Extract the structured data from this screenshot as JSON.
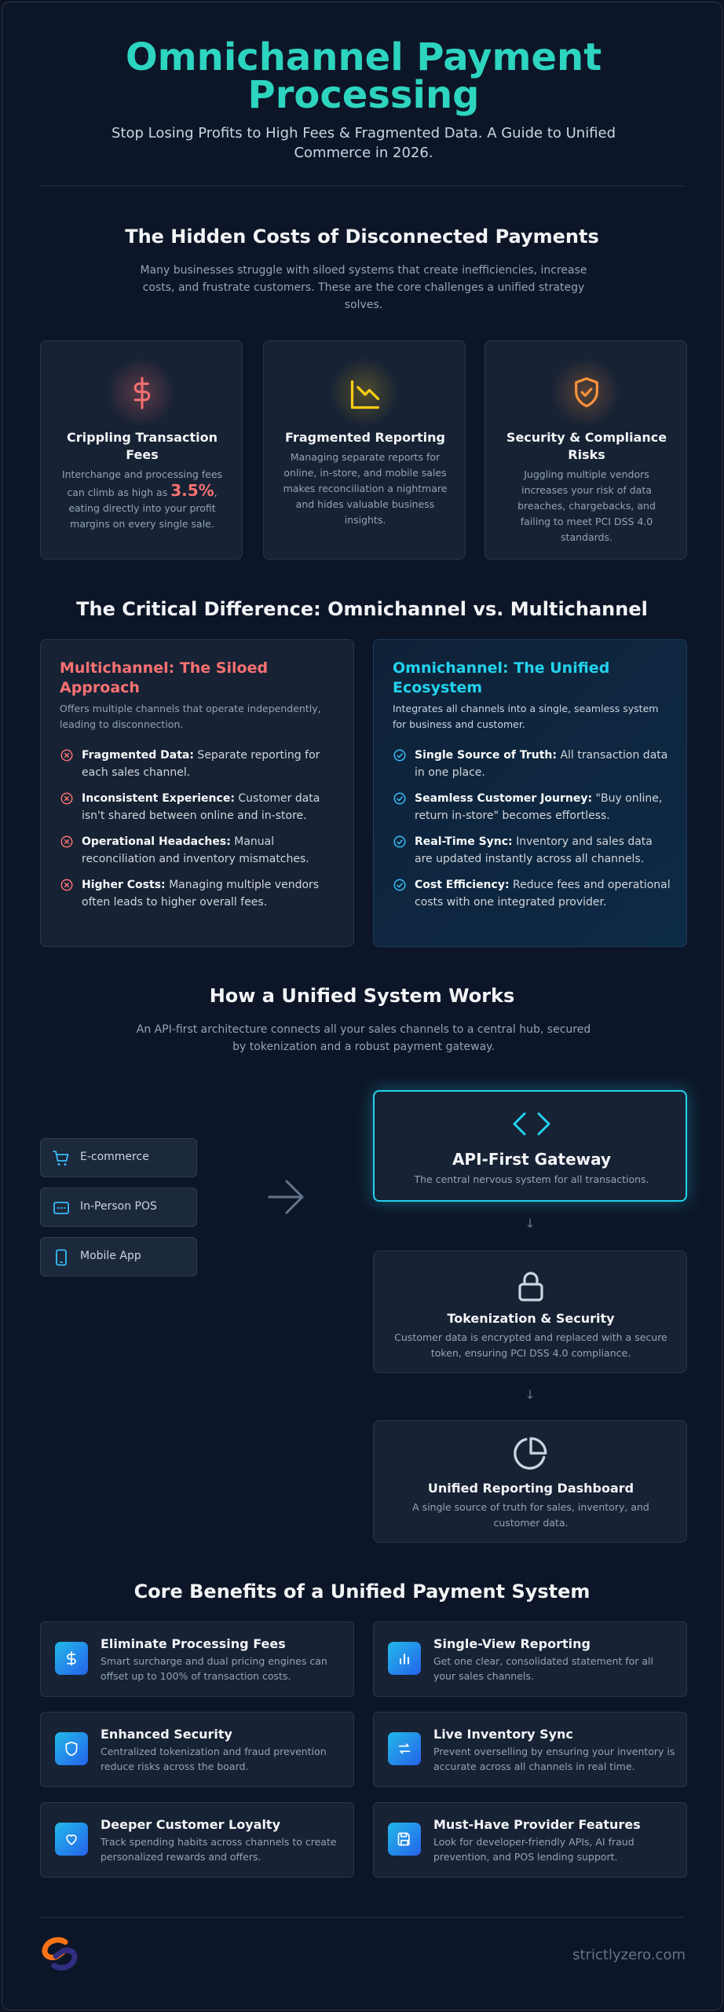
{
  "header": {
    "title": "Omnichannel Payment Processing",
    "subtitle": "Stop Losing Profits to High Fees & Fragmented Data. A Guide to Unified Commerce in 2026."
  },
  "hidden_costs": {
    "heading": "The Hidden Costs of Disconnected Payments",
    "intro": "Many businesses struggle with siloed systems that create inefficiencies, increase costs, and frustrate customers. These are the core challenges a unified strategy solves.",
    "cards": [
      {
        "icon": "dollar-icon",
        "title": "Crippling Transaction Fees",
        "desc_before": "Interchange and processing fees can climb as high as ",
        "highlight": "3.5%",
        "desc_after": ", eating directly into your profit margins on every single sale."
      },
      {
        "icon": "chart-down-icon",
        "title": "Fragmented Reporting",
        "desc": "Managing separate reports for online, in-store, and mobile sales makes reconciliation a nightmare and hides valuable business insights."
      },
      {
        "icon": "shield-check-icon",
        "title": "Security & Compliance Risks",
        "desc": "Juggling multiple vendors increases your risk of data breaches, chargebacks, and failing to meet PCI DSS 4.0 standards."
      }
    ],
    "colors": {
      "red": "#f87171",
      "yellow": "#facc15",
      "orange": "#fb923c"
    }
  },
  "comparison": {
    "heading": "The Critical Difference: Omnichannel vs. Multichannel",
    "multi": {
      "title": "Multichannel: The Siloed Approach",
      "desc": "Offers multiple channels that operate independently, leading to disconnection.",
      "items": [
        {
          "bold": "Fragmented Data:",
          "text": " Separate reporting for each sales channel."
        },
        {
          "bold": "Inconsistent Experience:",
          "text": " Customer data isn't shared between online and in-store."
        },
        {
          "bold": "Operational Headaches:",
          "text": " Manual reconciliation and inventory mismatches."
        },
        {
          "bold": "Higher Costs:",
          "text": " Managing multiple vendors often leads to higher overall fees."
        }
      ]
    },
    "omni": {
      "title": "Omnichannel: The Unified Ecosystem",
      "desc": "Integrates all channels into a single, seamless system for business and customer.",
      "items": [
        {
          "bold": "Single Source of Truth:",
          "text": " All transaction data in one place."
        },
        {
          "bold": "Seamless Customer Journey:",
          "text": " \"Buy online, return in-store\" becomes effortless."
        },
        {
          "bold": "Real-Time Sync:",
          "text": " Inventory and sales data are updated instantly across all channels."
        },
        {
          "bold": "Cost Efficiency:",
          "text": " Reduce fees and operational costs with one integrated provider."
        }
      ]
    }
  },
  "how": {
    "heading": "How a Unified System Works",
    "intro": "An API-first architecture connects all your sales channels to a central hub, secured by tokenization and a robust payment gateway.",
    "channels": [
      "E-commerce",
      "In-Person POS",
      "Mobile App"
    ],
    "gateway": {
      "title": "API-First Gateway",
      "desc": "The central nervous system for all transactions."
    },
    "tokenization": {
      "title": "Tokenization & Security",
      "desc": "Customer data is encrypted and replaced with a secure token, ensuring PCI DSS 4.0 compliance."
    },
    "dashboard": {
      "title": "Unified Reporting Dashboard",
      "desc": "A single source of truth for sales, inventory, and customer data."
    },
    "arrow": "↓"
  },
  "benefits": {
    "heading": "Core Benefits of a Unified Payment System",
    "items": [
      {
        "icon": "dollar-icon",
        "title": "Eliminate Processing Fees",
        "desc": "Smart surcharge and dual pricing engines can offset up to 100% of transaction costs."
      },
      {
        "icon": "bar-chart-icon",
        "title": "Single-View Reporting",
        "desc": "Get one clear, consolidated statement for all your sales channels."
      },
      {
        "icon": "shield-icon",
        "title": "Enhanced Security",
        "desc": "Centralized tokenization and fraud prevention reduce risks across the board."
      },
      {
        "icon": "sync-arrows-icon",
        "title": "Live Inventory Sync",
        "desc": "Prevent overselling by ensuring your inventory is accurate across all channels in real time."
      },
      {
        "icon": "heart-icon",
        "title": "Deeper Customer Loyalty",
        "desc": "Track spending habits across channels to create personalized rewards and offers."
      },
      {
        "icon": "save-disk-icon",
        "title": "Must-Have Provider Features",
        "desc": "Look for developer-friendly APIs, AI fraud prevention, and POS lending support."
      }
    ]
  },
  "footer": {
    "site": "strictlyzero.com"
  }
}
